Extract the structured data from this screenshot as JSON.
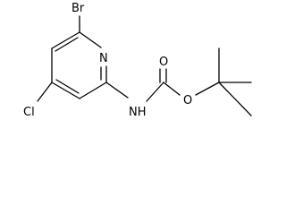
{
  "molecule": {
    "atoms": {
      "bromine": "Br",
      "ring_nitrogen": "N",
      "chlorine": "Cl",
      "amine": "NH",
      "carbonyl_oxygen": "O",
      "ester_oxygen": "O"
    }
  }
}
